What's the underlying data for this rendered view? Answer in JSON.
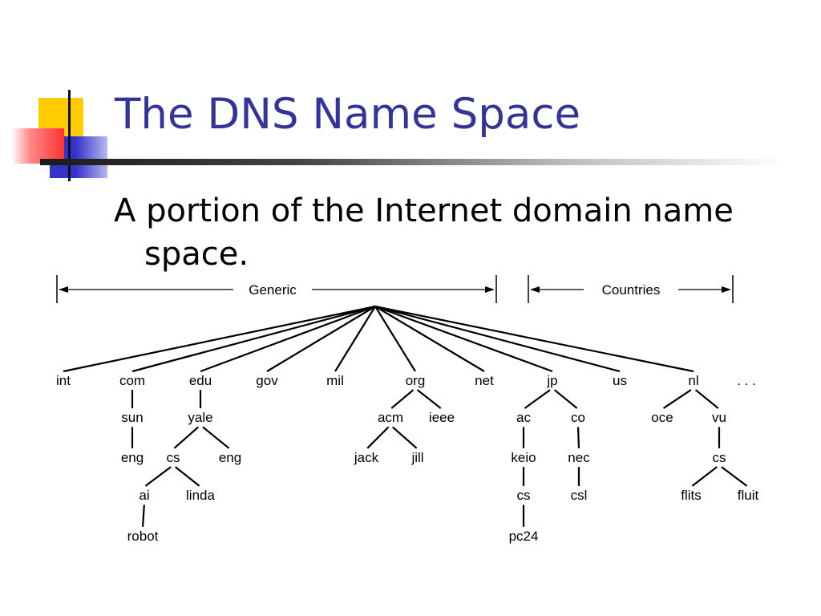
{
  "slide": {
    "title": "The DNS Name Space",
    "subtitle": "A portion of the Internet domain name space."
  },
  "colors": {
    "title": "#333399",
    "deco_yellow": "#ffcc00",
    "deco_blue": "#3333cc",
    "deco_red": "#ff3333"
  },
  "diagram": {
    "ranges": [
      {
        "label": "Generic"
      },
      {
        "label": "Countries"
      }
    ],
    "ellipsis": ". . .",
    "nodes": [
      {
        "id": "root",
        "label": ""
      },
      {
        "id": "int",
        "label": "int"
      },
      {
        "id": "com",
        "label": "com"
      },
      {
        "id": "edu",
        "label": "edu"
      },
      {
        "id": "gov",
        "label": "gov"
      },
      {
        "id": "mil",
        "label": "mil"
      },
      {
        "id": "org",
        "label": "org"
      },
      {
        "id": "net",
        "label": "net"
      },
      {
        "id": "jp",
        "label": "jp"
      },
      {
        "id": "us",
        "label": "us"
      },
      {
        "id": "nl",
        "label": "nl"
      },
      {
        "id": "sun",
        "label": "sun"
      },
      {
        "id": "eng1",
        "label": "eng"
      },
      {
        "id": "yale",
        "label": "yale"
      },
      {
        "id": "cs1",
        "label": "cs"
      },
      {
        "id": "eng2",
        "label": "eng"
      },
      {
        "id": "ai",
        "label": "ai"
      },
      {
        "id": "linda",
        "label": "linda"
      },
      {
        "id": "robot",
        "label": "robot"
      },
      {
        "id": "acm",
        "label": "acm"
      },
      {
        "id": "ieee",
        "label": "ieee"
      },
      {
        "id": "jack",
        "label": "jack"
      },
      {
        "id": "jill",
        "label": "jill"
      },
      {
        "id": "ac",
        "label": "ac"
      },
      {
        "id": "co",
        "label": "co"
      },
      {
        "id": "keio",
        "label": "keio"
      },
      {
        "id": "cs2",
        "label": "cs"
      },
      {
        "id": "pc24",
        "label": "pc24"
      },
      {
        "id": "nec",
        "label": "nec"
      },
      {
        "id": "csl",
        "label": "csl"
      },
      {
        "id": "oce",
        "label": "oce"
      },
      {
        "id": "vu",
        "label": "vu"
      },
      {
        "id": "cs3",
        "label": "cs"
      },
      {
        "id": "flits",
        "label": "flits"
      },
      {
        "id": "fluit",
        "label": "fluit"
      }
    ],
    "edges": [
      [
        "root",
        "int"
      ],
      [
        "root",
        "com"
      ],
      [
        "root",
        "edu"
      ],
      [
        "root",
        "gov"
      ],
      [
        "root",
        "mil"
      ],
      [
        "root",
        "org"
      ],
      [
        "root",
        "net"
      ],
      [
        "root",
        "jp"
      ],
      [
        "root",
        "us"
      ],
      [
        "root",
        "nl"
      ],
      [
        "com",
        "sun"
      ],
      [
        "sun",
        "eng1"
      ],
      [
        "edu",
        "yale"
      ],
      [
        "yale",
        "cs1"
      ],
      [
        "yale",
        "eng2"
      ],
      [
        "cs1",
        "ai"
      ],
      [
        "cs1",
        "linda"
      ],
      [
        "ai",
        "robot"
      ],
      [
        "org",
        "acm"
      ],
      [
        "org",
        "ieee"
      ],
      [
        "acm",
        "jack"
      ],
      [
        "acm",
        "jill"
      ],
      [
        "jp",
        "ac"
      ],
      [
        "jp",
        "co"
      ],
      [
        "ac",
        "keio"
      ],
      [
        "keio",
        "cs2"
      ],
      [
        "cs2",
        "pc24"
      ],
      [
        "co",
        "nec"
      ],
      [
        "nec",
        "csl"
      ],
      [
        "nl",
        "oce"
      ],
      [
        "nl",
        "vu"
      ],
      [
        "vu",
        "cs3"
      ],
      [
        "cs3",
        "flits"
      ],
      [
        "cs3",
        "fluit"
      ]
    ]
  }
}
